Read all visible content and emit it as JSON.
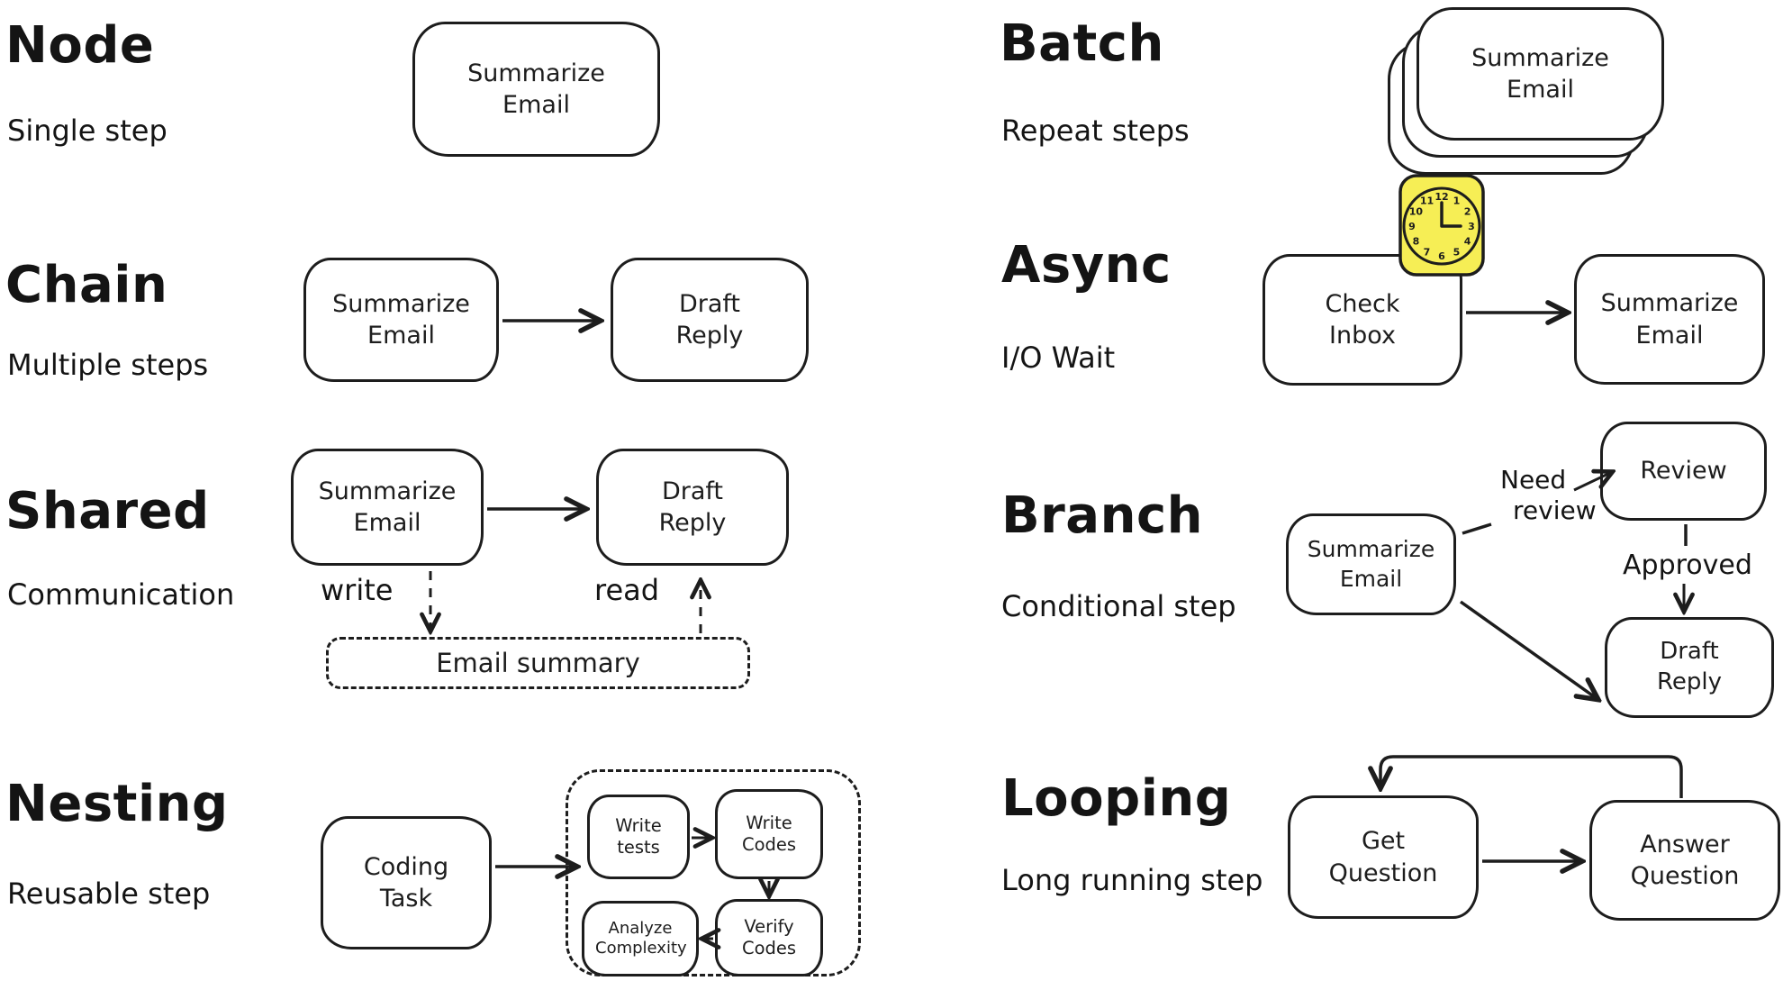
{
  "canvas": {
    "background": "#ffffff",
    "stroke_color": "#1d1d1d",
    "clock_fill": "#f6ee55"
  },
  "sections": {
    "node": {
      "title": "Node",
      "subtitle": "Single step",
      "box": "Summarize Email"
    },
    "chain": {
      "title": "Chain",
      "subtitle": "Multiple steps",
      "box1": "Summarize Email",
      "box2": "Draft Reply"
    },
    "shared": {
      "title": "Shared",
      "subtitle": "Communication",
      "box1": "Summarize Email",
      "box2": "Draft Reply",
      "write_label": "write",
      "read_label": "read",
      "store": "Email summary"
    },
    "nesting": {
      "title": "Nesting",
      "subtitle": "Reusable step",
      "box": "Coding Task",
      "sub1": "Write tests",
      "sub2": "Write Codes",
      "sub3": "Verify Codes",
      "sub4": "Analyze Complexity"
    },
    "batch": {
      "title": "Batch",
      "subtitle": "Repeat steps",
      "box": "Summarize Email"
    },
    "async": {
      "title": "Async",
      "subtitle": "I/O Wait",
      "box1": "Check Inbox",
      "box2": "Summarize Email",
      "clock_numbers": [
        "12",
        "1",
        "2",
        "3",
        "4",
        "5",
        "6",
        "7",
        "8",
        "9",
        "10",
        "11"
      ]
    },
    "branch": {
      "title": "Branch",
      "subtitle": "Conditional step",
      "box1": "Summarize Email",
      "box2": "Review",
      "box3": "Draft Reply",
      "need_line1": "Need",
      "need_line2": "review",
      "approved_label": "Approved"
    },
    "looping": {
      "title": "Looping",
      "subtitle": "Long running step",
      "box1": "Get Question",
      "box2": "Answer Question"
    }
  }
}
